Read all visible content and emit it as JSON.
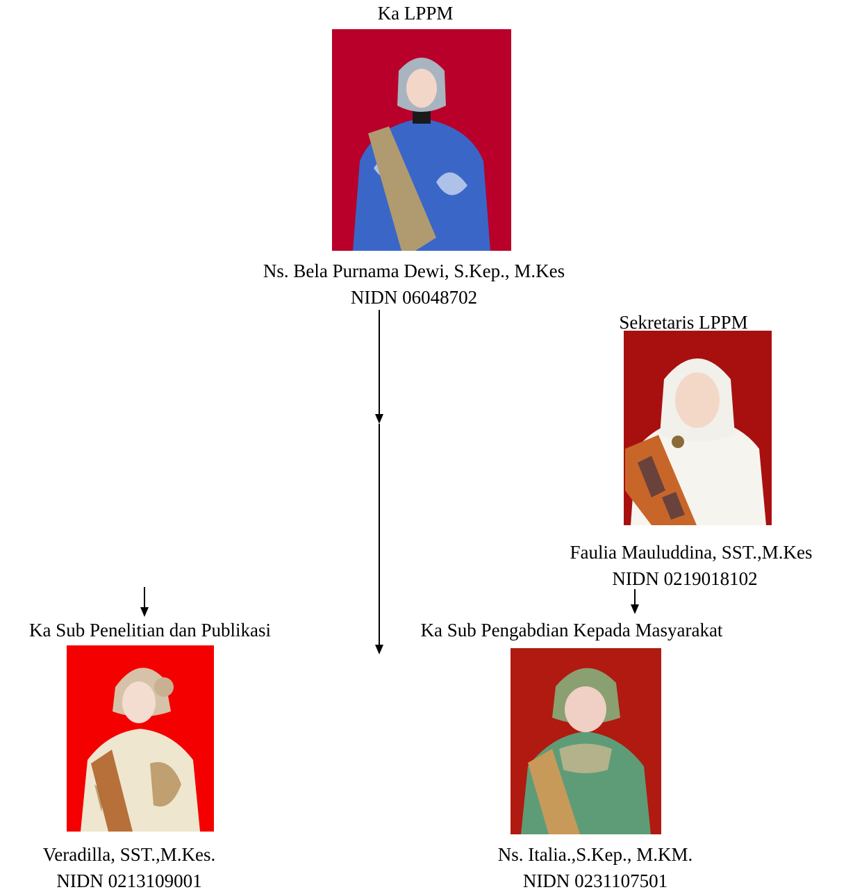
{
  "head": {
    "title": "Ka LPPM",
    "name": "Ns. Bela Purnama Dewi, S.Kep., M.Kes",
    "nidn": "NIDN 06048702",
    "photo": {
      "background": "#b8002a",
      "hijab": "#a8b4c0",
      "dress": "#3a66c8",
      "sash": "#b09a70"
    }
  },
  "secretary": {
    "title": "Sekretaris LPPM",
    "name": "Faulia Mauluddina, SST.,M.Kes",
    "nidn": "NIDN 0219018102",
    "photo": {
      "background": "#a81010",
      "hijab": "#f2f0ea",
      "dress": "#f6f4ee",
      "sash": "#c8662a"
    }
  },
  "research": {
    "title": "Ka Sub Penelitian dan Publikasi",
    "name": "Veradilla, SST.,M.Kes.",
    "nidn": "NIDN 0213109001",
    "photo": {
      "background": "#f40000",
      "hijab": "#d6c2a8",
      "dress": "#efe6cf",
      "sash": "#b8703a"
    }
  },
  "community": {
    "title": "Ka Sub Pengabdian Kepada Masyarakat",
    "name": "Ns. Italia.,S.Kep., M.KM.",
    "nidn": "NIDN 0231107501",
    "photo": {
      "background": "#b01a10",
      "hijab": "#8aa070",
      "dress": "#5e9c78",
      "sash": "#c89a5a"
    }
  }
}
